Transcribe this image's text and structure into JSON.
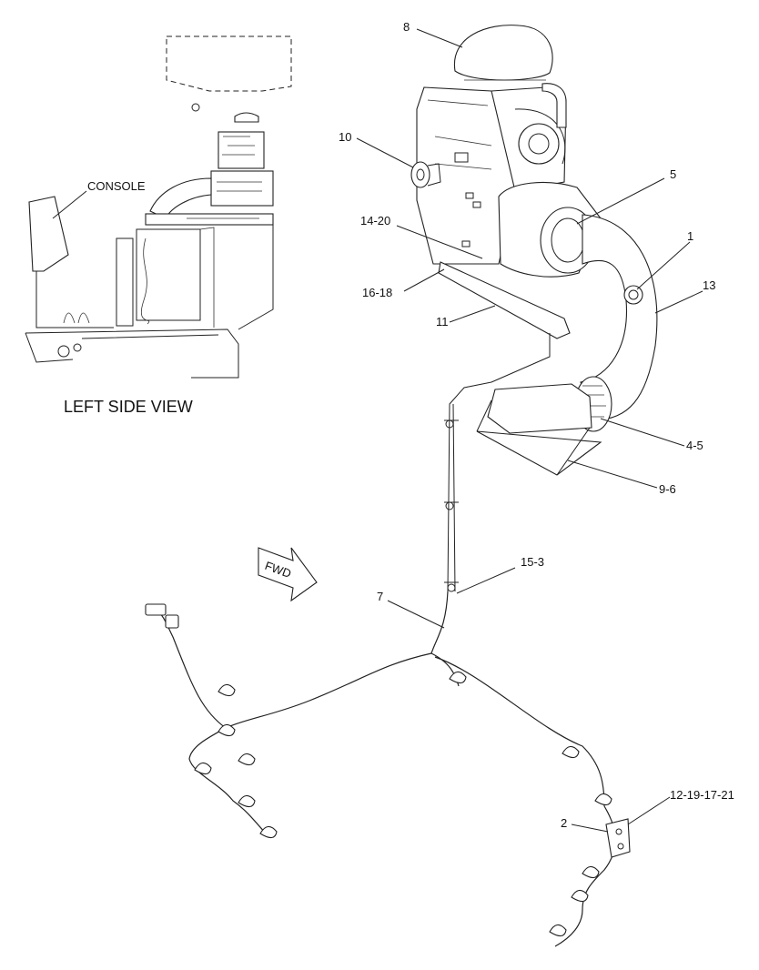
{
  "inset": {
    "console_label": "CONSOLE",
    "view_title": "LEFT SIDE VIEW"
  },
  "arrow_label": "FWD",
  "callouts": {
    "c8": "8",
    "c10": "10",
    "c5": "5",
    "c14_20": "14-20",
    "c1": "1",
    "c13": "13",
    "c16_18": "16-18",
    "c11": "11",
    "c4_5": "4-5",
    "c9_6": "9-6",
    "c15_3": "15-3",
    "c7": "7",
    "c12_19_17_21": "12-19-17-21",
    "c2": "2"
  }
}
